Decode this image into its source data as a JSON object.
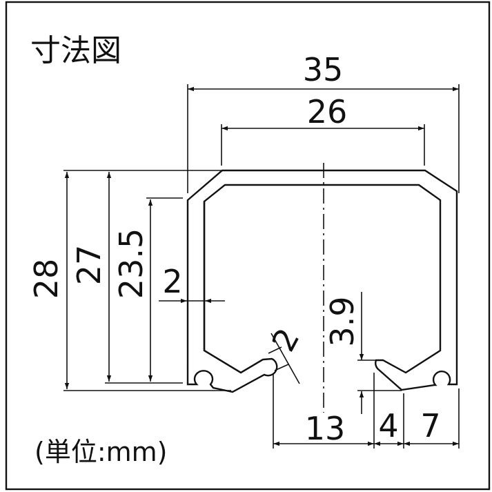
{
  "title": "寸法図",
  "unit_label": "(単位:mm)",
  "dimensions": {
    "overall_width": "35",
    "top_width": "26",
    "overall_height": "28",
    "height_27": "27",
    "height_23_5": "23.5",
    "wall_thickness": "2",
    "lip_thickness": "2",
    "lip_height": "3.9",
    "center_to_lip": "13",
    "lip_width": "4",
    "edge_width": "7"
  },
  "colors": {
    "line": "#111111",
    "background": "#ffffff"
  }
}
